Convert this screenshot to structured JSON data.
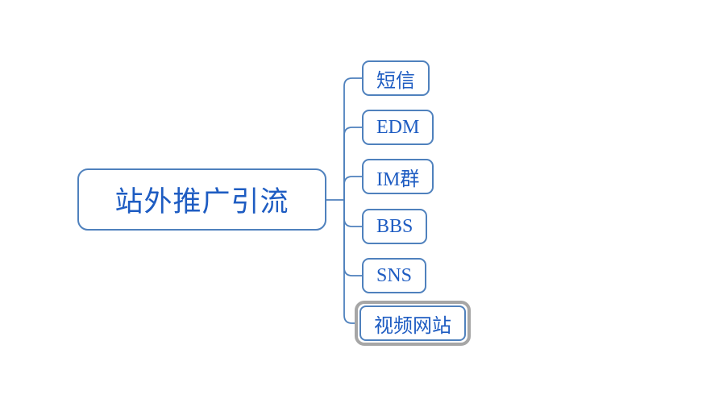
{
  "mindmap": {
    "root": {
      "label": "站外推广引流"
    },
    "children": [
      {
        "label": "短信",
        "selected": false
      },
      {
        "label": "EDM",
        "selected": false
      },
      {
        "label": "IM群",
        "selected": false
      },
      {
        "label": "BBS",
        "selected": false
      },
      {
        "label": "SNS",
        "selected": false
      },
      {
        "label": "视频网站",
        "selected": true
      }
    ],
    "colors": {
      "node_border": "#4F81BD",
      "node_text": "#1E5CC2",
      "connector": "#4F81BD",
      "selection_border": "#A6A6A6",
      "background": "#FFFFFF"
    }
  }
}
